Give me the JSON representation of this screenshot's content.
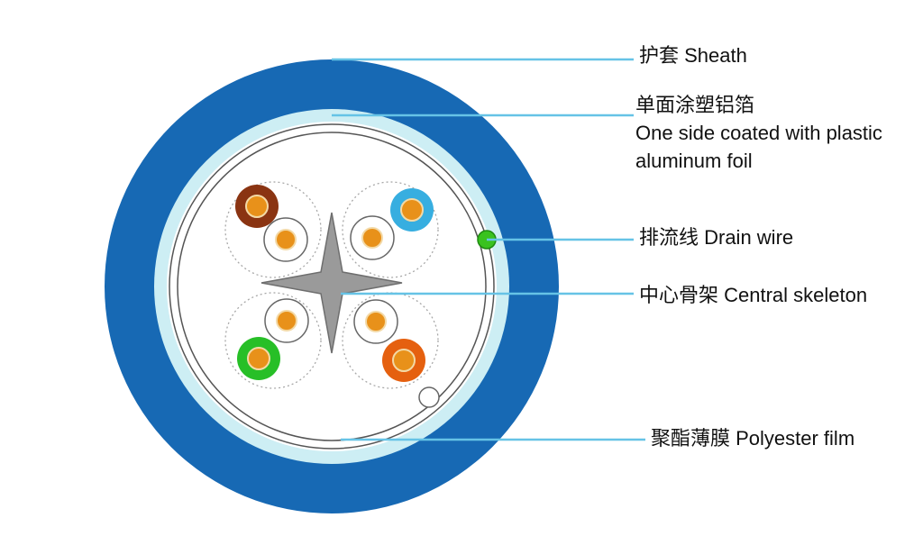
{
  "labels": {
    "sheath": "护套 Sheath",
    "foil_zh": "单面涂塑铝箔",
    "foil_en_1": "One side coated with plastic",
    "foil_en_2": "aluminum foil",
    "drain_wire": "排流线 Drain wire",
    "skeleton": "中心骨架 Central skeleton",
    "polyester": "聚酯薄膜 Polyester film"
  },
  "colors": {
    "sheath": "#1769b4",
    "foil_band": "#cdeef4",
    "leader": "#66c3e6",
    "skeleton": "#9a9a9a",
    "drain_wire": "#39c21f",
    "conductor": "#e8911a",
    "brown": "#8a3412",
    "blue": "#37aee0",
    "green": "#27bf27",
    "orange": "#e5600f"
  }
}
